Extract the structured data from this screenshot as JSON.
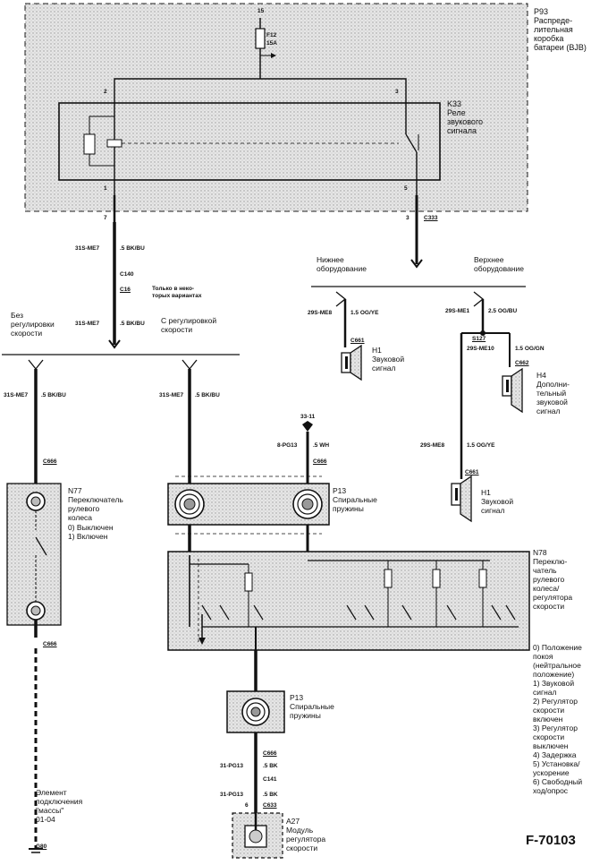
{
  "figure_id": "F-70103",
  "bjb": {
    "label": "P93\nРаспреде-\nлительная\nкоробка\nбатареи (BJB)",
    "pin_top": "15",
    "fuse": "F12",
    "fuse_rating": "15A"
  },
  "relay": {
    "label": "K33\nРеле\nзвукового\nсигнала",
    "pin_2": "2",
    "pin_3": "3",
    "pin_1": "1",
    "pin_5": "5"
  },
  "wires": {
    "pin_7": "7",
    "pin_3": "3",
    "c333": "C333",
    "w31s_me7": "31S-ME7",
    "bkbu": ".5 BK/BU",
    "c140": "C140",
    "c16": "C16",
    "note_some": "Только в неко-\nторых вариантах",
    "c666": "C666"
  },
  "branches": {
    "without_cruise": "Без\nрегулировки\nскорости",
    "with_cruise": "С регулировкой\nскорости"
  },
  "equipment": {
    "lower": "Нижнее\nоборудование",
    "upper": "Верхнее\nоборудование"
  },
  "horns": {
    "w29s_me8": "29S-ME8",
    "ogye": "1.5 OG/YE",
    "c661": "C661",
    "h1": "H1\nЗвуковой\nсигнал",
    "w29s_me1": "29S-ME1",
    "ogbu": "2.5 OG/BU",
    "s127": "S127",
    "w29s_me10": "29S-ME10",
    "oggn": "1.5 OG/GN",
    "c662": "C662",
    "h4": "H4\nДополни-\nтельный\nзвуковой\nсигнал"
  },
  "n77": {
    "label": "N77\nПереключатель\nрулевого\nколеса",
    "positions": "0)  Выключен\n1)  Включен"
  },
  "ground": {
    "label": "Элемент\nподключения\n\"массы\"\n01-04",
    "point": "G80"
  },
  "middle": {
    "pin_33_11": "33-11",
    "w8_pg13": "8-PG13",
    "wh": ".5 WH",
    "p13": "P13\nСпиральные\nпружины"
  },
  "n78": {
    "label": "N78\nПереклю-\nчатель\nрулевого\nколеса/\nрегулятора\nскорости",
    "positions": "0)  Положение\n     покоя\n     (нейтральное\n     положение)\n1)  Звуковой\n     сигнал\n2)  Регулятор\n     скорости\n     включен\n3)  Регулятор\n     скорости\n     выключен\n4)  Задержка\n5)  Установка/\n     ускорение\n6)  Свободный\n     ход/опрос"
  },
  "lower": {
    "w31_pg13": "31-PG13",
    "bk": ".5 BK",
    "c141": "C141",
    "pin_6": "6",
    "c633": "C633",
    "a27": "A27\nМодуль\nрегулятора\nскорости"
  }
}
